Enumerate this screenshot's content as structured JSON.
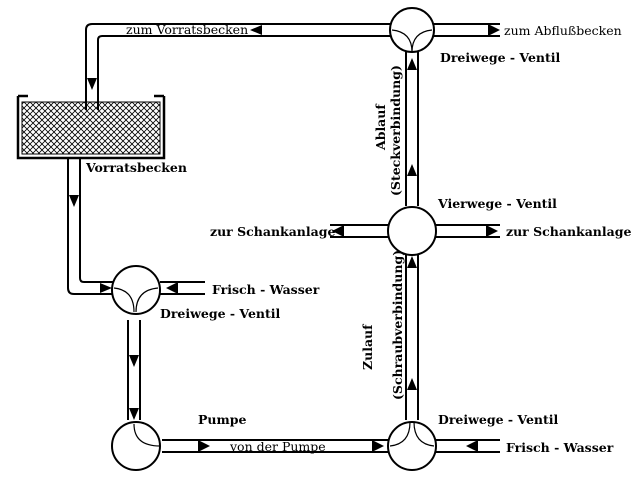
{
  "labels": {
    "to_reservoir": "zum Vorratsbecken",
    "to_drain": "zum Abflußbecken",
    "reservoir": "Vorratsbecken",
    "three_way_top": "Dreiwege - Ventil",
    "outlet_vertical": "Ablauf",
    "outlet_sub": "(Steckverbindung)",
    "four_way": "Vierwege - Ventil",
    "tap_left": "zur Schankanlage",
    "tap_right": "zur Schankanlage",
    "inlet_vertical": "Zulauf",
    "inlet_sub": "(Schraubverbindung)",
    "fresh_water_mid": "Frisch - Wasser",
    "three_way_mid": "Dreiwege - Ventil",
    "pump": "Pumpe",
    "from_pump": "von der Pumpe",
    "three_way_bottom": "Dreiwege - Ventil",
    "fresh_water_bottom": "Frisch - Wasser"
  }
}
